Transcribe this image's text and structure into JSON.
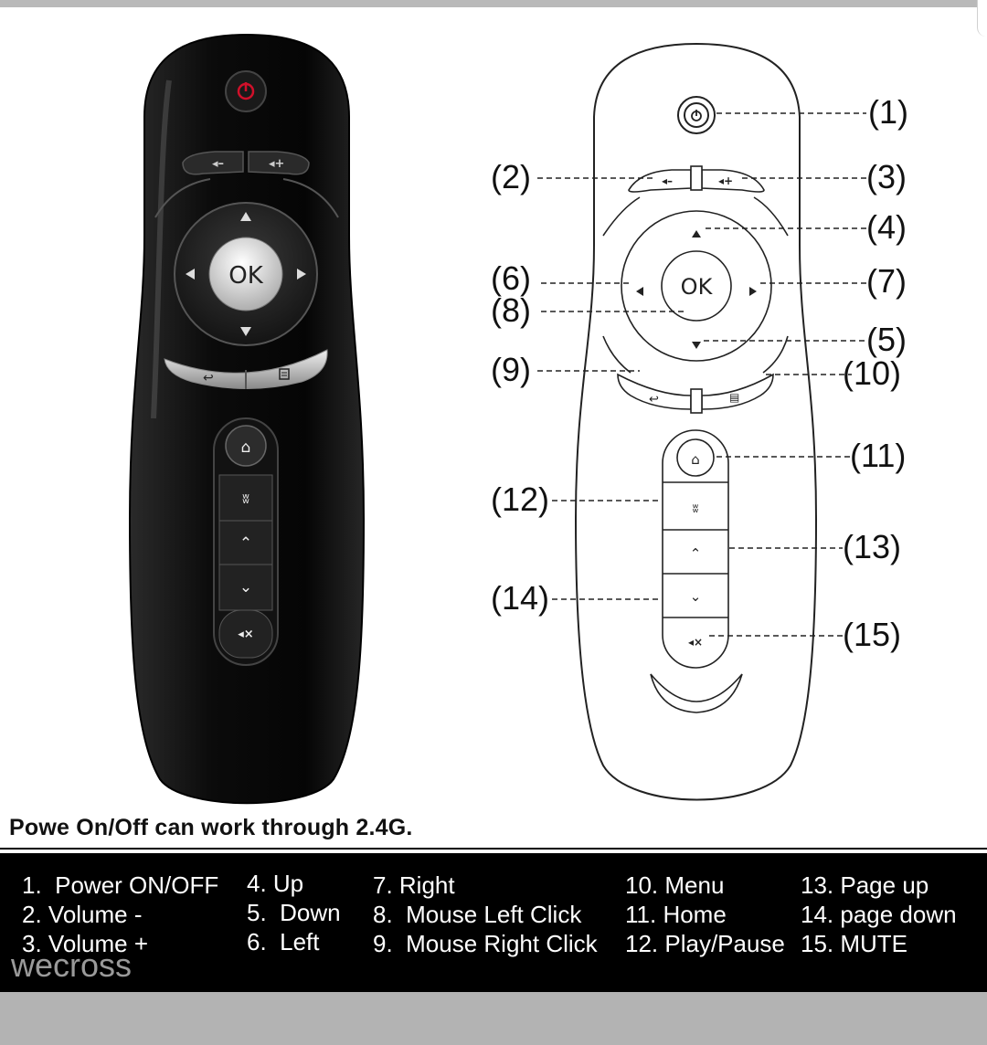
{
  "remote_labels": {
    "ok": "OK"
  },
  "callouts": [
    "(1)",
    "(2)",
    "(3)",
    "(4)",
    "(5)",
    "(6)",
    "(7)",
    "(8)",
    "(9)",
    "(10)",
    "(11)",
    "(12)",
    "(13)",
    "(14)",
    "(15)"
  ],
  "caption": "Powe On/Off can work through 2.4G.",
  "legend": [
    "1.  Power ON/OFF",
    "2. Volume -",
    "3. Volume +",
    "4. Up",
    "5.  Down",
    "6.  Left",
    "7. Right",
    "8.  Mouse Left Click",
    "9.  Mouse Right Click",
    "10. Menu",
    "11. Home",
    "12. Play/Pause",
    "13. Page up",
    "14. page down",
    "15. MUTE"
  ],
  "watermark": "wecross",
  "colors": {
    "remote_body": "#0a0a0a",
    "power_red": "#d0102a",
    "legend_bg": "#000000"
  }
}
